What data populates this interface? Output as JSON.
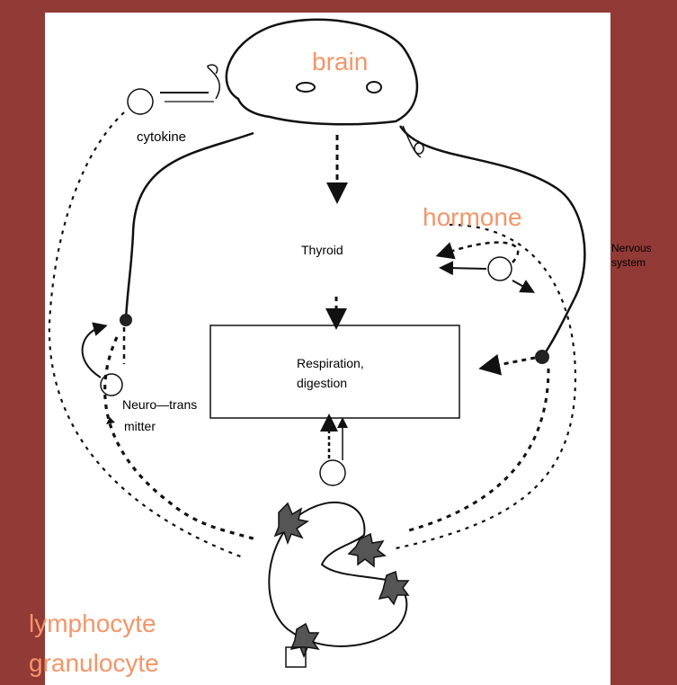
{
  "colors": {
    "background_band": "#923a36",
    "accent_text": "#f4956a",
    "ink": "#111111"
  },
  "labels": {
    "brain": "brain",
    "cytokine": "cytokine",
    "hormone": "hormone",
    "thyroid": "Thyroid",
    "nervous_line1": "Nervous",
    "nervous_line2": "system",
    "respiration_line1": "Respiration,",
    "respiration_line2": "digestion",
    "neuro_line1": "Neuro—trans",
    "neuro_line2": "mitter",
    "lymphocyte": "lymphocyte",
    "granulocyte": "granulocyte"
  }
}
